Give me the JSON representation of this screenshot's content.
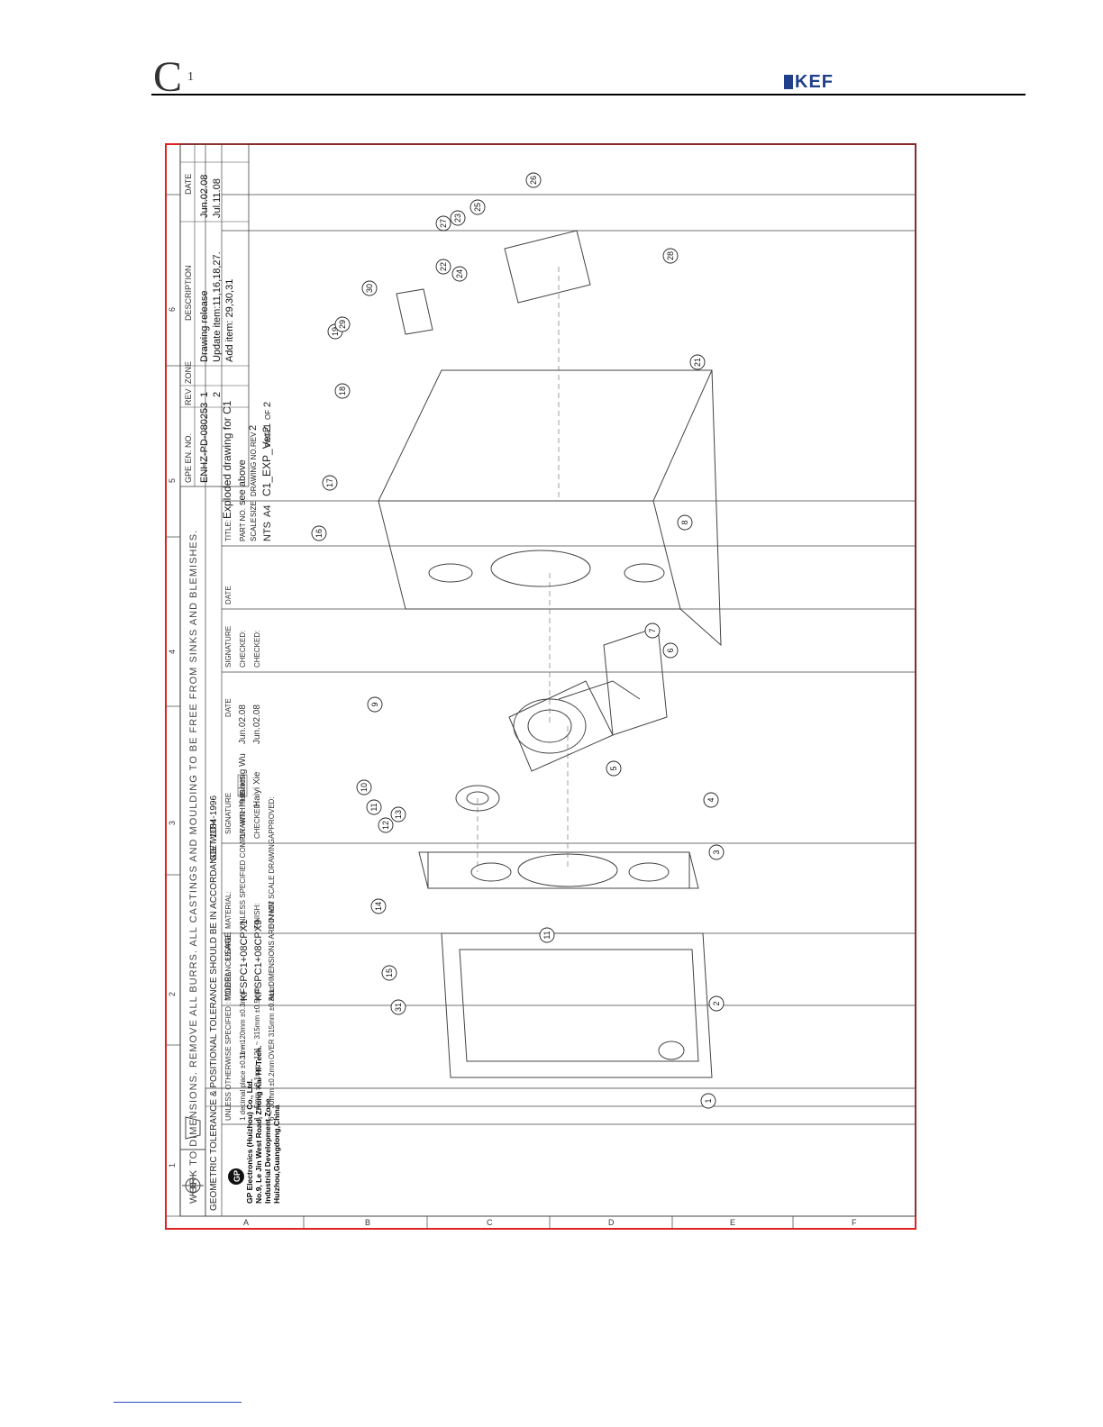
{
  "header": {
    "product_logo": "C",
    "product_logo_sup": "1",
    "brand_logo": "KEF"
  },
  "drawing": {
    "note_work": "WORK TO DIMENSIONS. REMOVE ALL BURRS. ALL CASTINGS AND MOULDING TO BE FREE FROM SINKS AND BLEMISHES.",
    "note_geo": "GEOMETRIC TOLERANCE & POSITIONAL TOLERANCE SHOULD BE IN ACCORDANCE WITH",
    "note_geo_std": "GB/T 1184-1996",
    "zones_num": [
      "1",
      "2",
      "3",
      "4",
      "5",
      "6"
    ],
    "zones_letter": [
      "A",
      "B",
      "C",
      "D",
      "E",
      "F"
    ],
    "revision": {
      "headers": [
        "GPE EN. NO.",
        "REV",
        "ZONE",
        "DESCRIPTION",
        "DATE"
      ],
      "en_no": "ENHZ-PD-080253",
      "rows": [
        {
          "rev": "1",
          "desc": "Drawing release",
          "date": "Jun.02.08"
        },
        {
          "rev": "2",
          "desc": "Update item:11,16,18,27.",
          "date": "Jul.11.08"
        },
        {
          "rev": "",
          "desc": "Add item: 29,30,31",
          "date": ""
        }
      ]
    },
    "company": {
      "logo": "GP",
      "lines": [
        "GP Electronics (Huizhou) Co., Ltd.",
        "No.9, Le Jin West Road, Zhong Kai Hi-Tech.",
        "Industrial Development Zone,",
        "Huizhou,Guangdong,China"
      ]
    },
    "tolerance": {
      "header": "UNLESS OTHERWISE SPECIFIED : TOLERANCES ARE",
      "rows": [
        [
          "1 decimal place ±0.1mm",
          "31 ~ 120mm ±0.3mm"
        ],
        [
          "1 ~ 5mm ±0.1mm",
          "121 ~ 315mm ±0.5mm"
        ],
        [
          "6 ~ 30mm ±0.2mm",
          "OVER 315mm ±0.8mm"
        ]
      ]
    },
    "model": {
      "header_model": "MODEL",
      "header_usage": "USAGE",
      "rows": [
        "KFSPC1+08CPX1",
        "KFSPC1+08CPX9"
      ],
      "note": "ALL DIMENSIONS ARE IN MM"
    },
    "material": {
      "label": "MATERIAL:",
      "comply": "UNLESS SPECIFIED COMPLY WITH THE",
      "rohs": "RoHS",
      "finish": "FINISH:",
      "dnsd": "DO NOT SCALE DRAWING"
    },
    "sign": {
      "sig_h": "SIGNATURE",
      "date_h": "DATE",
      "drawn": "DRAWN:",
      "drawn_name": "Huisheng Wu",
      "drawn_date": "Jun.02.08",
      "checked": "CHECKED:",
      "checked_name": "Haiyi Xie",
      "checked_date": "Jun.02.08",
      "approved": "APPROVED:"
    },
    "sign2": {
      "sig_h": "SIGNATURE",
      "date_h": "DATE",
      "checked": "CHECKED:",
      "checked2": "CHECKED:"
    },
    "title": {
      "title_label": "TITLE:",
      "title": "Exploded drawing for C1",
      "part_label": "PART NO.",
      "part": "see above",
      "scale_label": "SCALE",
      "scale": "NTS",
      "size_label": "SIZE",
      "size": "A4",
      "dwg_label": "DRAWING NO.",
      "dwg": "C1_EXP_Ver2",
      "rev_label": "REV",
      "rev": "2",
      "page_label": "PAGE",
      "page": "1",
      "of_label": "OF",
      "of": "2"
    },
    "balloons": [
      "1",
      "2",
      "3",
      "4",
      "5",
      "6",
      "7",
      "8",
      "9",
      "10",
      "11",
      "11",
      "12",
      "13",
      "14",
      "15",
      "16",
      "17",
      "18",
      "19",
      "21",
      "22",
      "23",
      "24",
      "25",
      "26",
      "27",
      "28",
      "29",
      "30",
      "31"
    ]
  }
}
